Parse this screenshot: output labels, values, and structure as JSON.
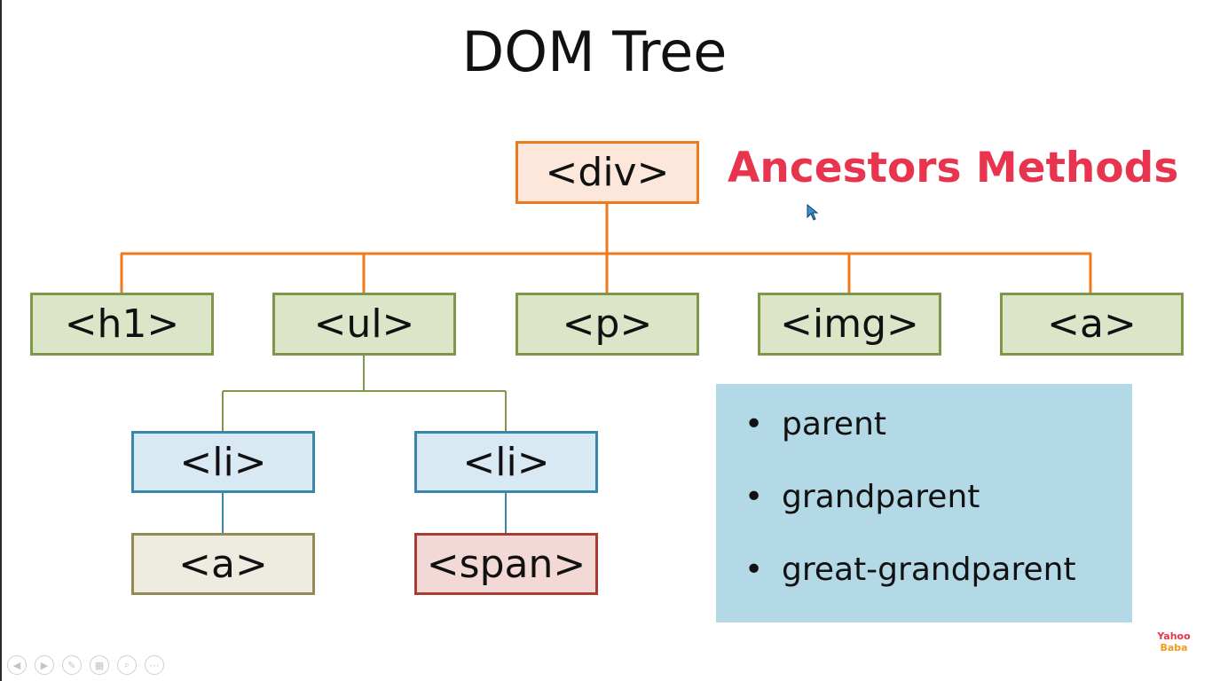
{
  "slide": {
    "title": "DOM Tree",
    "heading": "Ancestors Methods"
  },
  "nodes": {
    "root": "<div>",
    "h1": "<h1>",
    "ul": "<ul>",
    "p": "<p>",
    "img": "<img>",
    "a_top": "<a>",
    "li_left": "<li>",
    "li_right": "<li>",
    "a_child": "<a>",
    "span": "<span>"
  },
  "methods": {
    "items": [
      "parent",
      "grandparent",
      "great-grandparent"
    ]
  },
  "logo": {
    "line1": "Yahoo",
    "line2": "Baba"
  },
  "colors": {
    "heading": "#e8344e",
    "root_border": "#ee7a1e",
    "level1_border": "#7e9848",
    "li_border": "#3887a9",
    "a_border": "#938a55",
    "span_border": "#a83b33",
    "methods_bg": "#b3d9e6"
  },
  "toolbar": {
    "icons": [
      "prev-icon",
      "next-icon",
      "pen-icon",
      "slides-icon",
      "zoom-icon",
      "more-icon"
    ]
  }
}
